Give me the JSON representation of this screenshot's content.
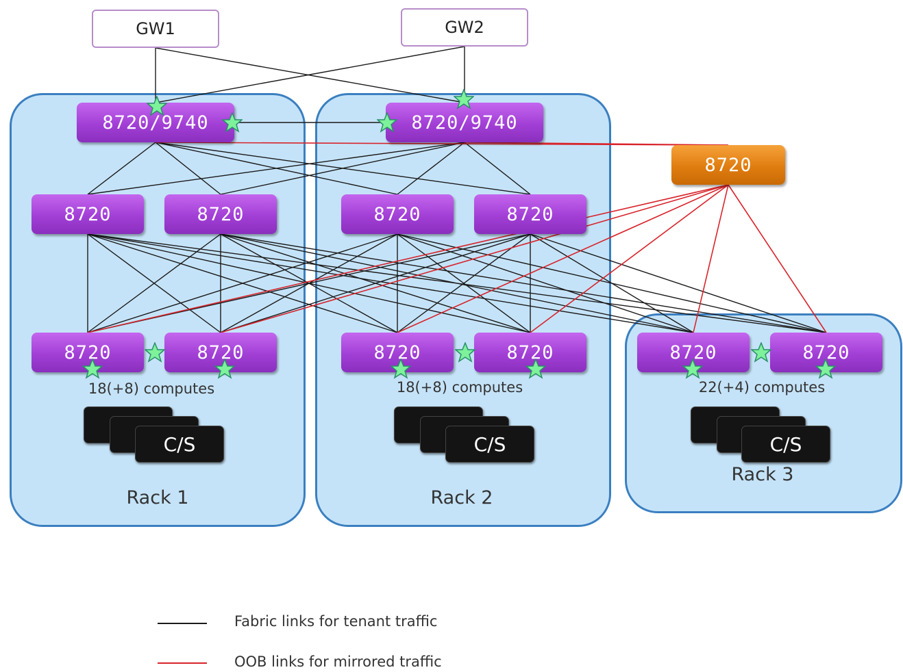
{
  "gateways": [
    {
      "id": "gw1",
      "label": "GW1"
    },
    {
      "id": "gw2",
      "label": "GW2"
    }
  ],
  "racks": [
    {
      "id": "rack1",
      "label": "Rack 1",
      "computes": "18(+8) computes",
      "server_label": "C/S"
    },
    {
      "id": "rack2",
      "label": "Rack 2",
      "computes": "18(+8) computes",
      "server_label": "C/S"
    },
    {
      "id": "rack3",
      "label": "Rack 3",
      "computes": "22(+4) computes",
      "server_label": "C/S"
    }
  ],
  "switches": {
    "core1": "8720/9740",
    "core2": "8720/9740",
    "oob": "8720",
    "r1_spine1": "8720",
    "r1_spine2": "8720",
    "r2_spine1": "8720",
    "r2_spine2": "8720",
    "r1_leaf1": "8720",
    "r1_leaf2": "8720",
    "r2_leaf1": "8720",
    "r2_leaf2": "8720",
    "r3_leaf1": "8720",
    "r3_leaf2": "8720"
  },
  "legend": [
    {
      "label": "Fabric links for tenant traffic",
      "color": "#1a1a1a"
    },
    {
      "label": "OOB links for mirrored traffic",
      "color": "#d8232a"
    }
  ],
  "colors": {
    "fabric": "#1a1a1a",
    "oob": "#d8232a",
    "switch": "#a23fd6",
    "oob_switch": "#e07d10",
    "rack_fill": "#c5e3f8",
    "rack_border": "#3a7fc0",
    "star_fill": "#7ef29b",
    "star_stroke": "#2a8f6a"
  },
  "links": {
    "fabric": [
      [
        "gw1",
        "core1"
      ],
      [
        "gw1",
        "core2"
      ],
      [
        "gw2",
        "core1"
      ],
      [
        "gw2",
        "core2"
      ],
      [
        "core1",
        "core2"
      ],
      [
        "core1",
        "r1_spine1"
      ],
      [
        "core1",
        "r1_spine2"
      ],
      [
        "core1",
        "r2_spine1"
      ],
      [
        "core1",
        "r2_spine2"
      ],
      [
        "core2",
        "r1_spine1"
      ],
      [
        "core2",
        "r1_spine2"
      ],
      [
        "core2",
        "r2_spine1"
      ],
      [
        "core2",
        "r2_spine2"
      ],
      [
        "r1_spine1",
        "r1_leaf1"
      ],
      [
        "r1_spine1",
        "r1_leaf2"
      ],
      [
        "r1_spine1",
        "r2_leaf1"
      ],
      [
        "r1_spine1",
        "r2_leaf2"
      ],
      [
        "r1_spine1",
        "r3_leaf1"
      ],
      [
        "r1_spine1",
        "r3_leaf2"
      ],
      [
        "r1_spine2",
        "r1_leaf1"
      ],
      [
        "r1_spine2",
        "r1_leaf2"
      ],
      [
        "r1_spine2",
        "r2_leaf1"
      ],
      [
        "r1_spine2",
        "r2_leaf2"
      ],
      [
        "r1_spine2",
        "r3_leaf1"
      ],
      [
        "r1_spine2",
        "r3_leaf2"
      ],
      [
        "r2_spine1",
        "r1_leaf1"
      ],
      [
        "r2_spine1",
        "r1_leaf2"
      ],
      [
        "r2_spine1",
        "r2_leaf1"
      ],
      [
        "r2_spine1",
        "r2_leaf2"
      ],
      [
        "r2_spine1",
        "r3_leaf1"
      ],
      [
        "r2_spine1",
        "r3_leaf2"
      ],
      [
        "r2_spine2",
        "r1_leaf1"
      ],
      [
        "r2_spine2",
        "r1_leaf2"
      ],
      [
        "r2_spine2",
        "r2_leaf1"
      ],
      [
        "r2_spine2",
        "r2_leaf2"
      ],
      [
        "r2_spine2",
        "r3_leaf1"
      ],
      [
        "r2_spine2",
        "r3_leaf2"
      ]
    ],
    "oob": [
      [
        "oob",
        "core1"
      ],
      [
        "oob",
        "core2"
      ],
      [
        "oob",
        "r1_leaf1"
      ],
      [
        "oob",
        "r1_leaf2"
      ],
      [
        "oob",
        "r2_leaf1"
      ],
      [
        "oob",
        "r2_leaf2"
      ],
      [
        "oob",
        "r3_leaf1"
      ],
      [
        "oob",
        "r3_leaf2"
      ]
    ]
  }
}
